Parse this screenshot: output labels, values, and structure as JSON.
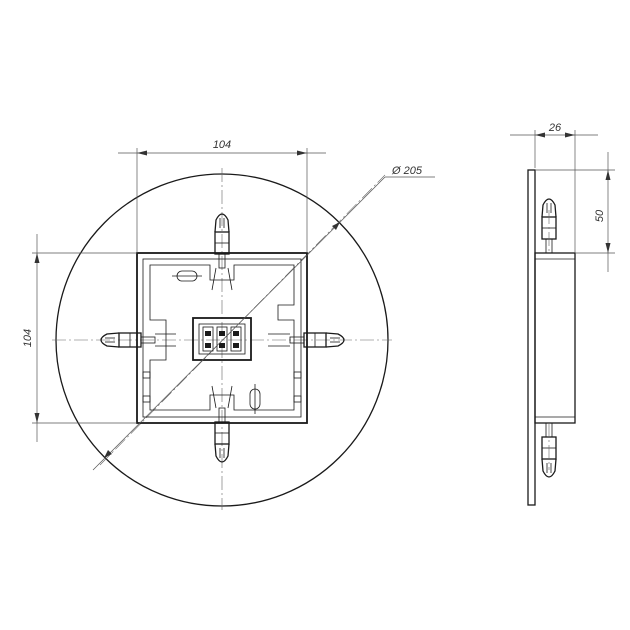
{
  "drawing": {
    "dimensions": {
      "top_width": "104",
      "left_height": "104",
      "diameter": "Ø 205",
      "side_width": "26",
      "side_height": "50"
    },
    "colors": {
      "line": "#1a1a1a",
      "dimension": "#555555",
      "background": "#ffffff"
    }
  }
}
